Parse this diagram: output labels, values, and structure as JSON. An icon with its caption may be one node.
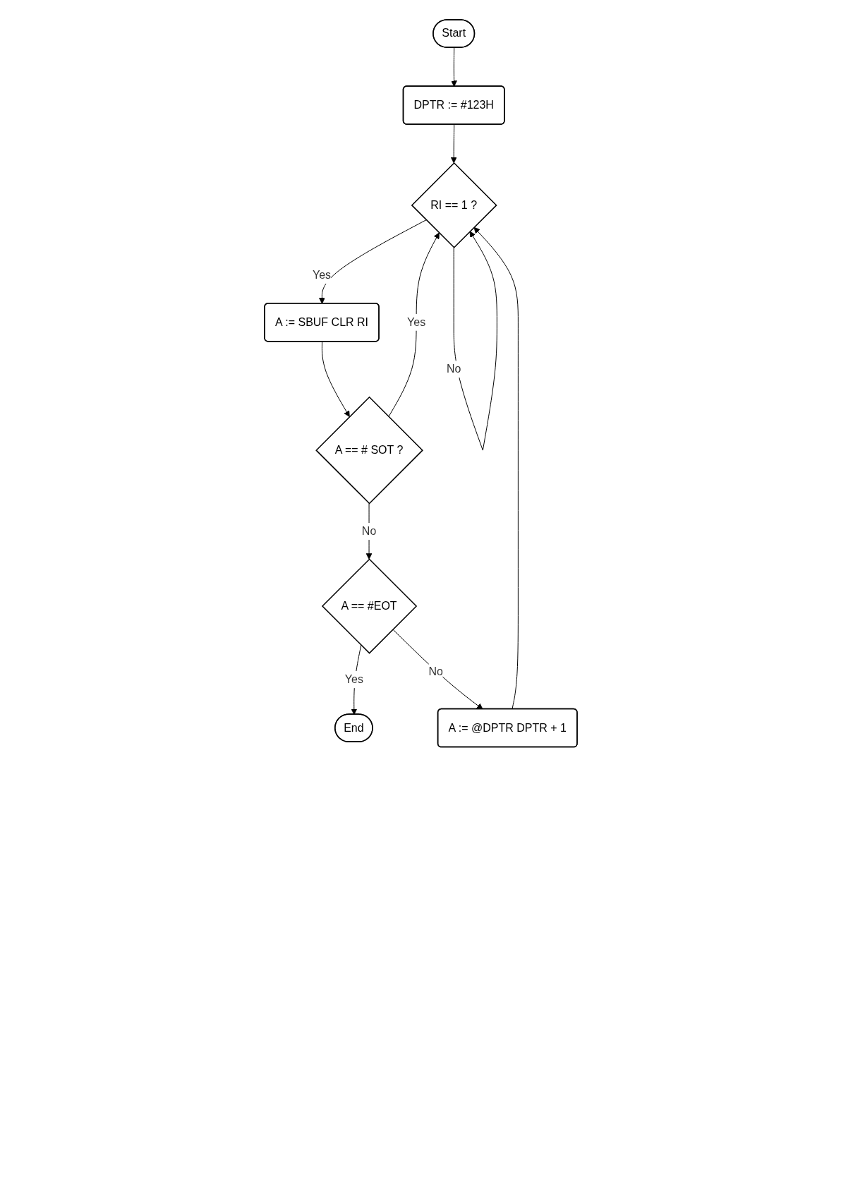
{
  "diagram": {
    "nodes": [
      {
        "text": [
          "Start"
        ]
      },
      {
        "text": [
          "DPTR := #123H"
        ]
      },
      {
        "text": [
          "RI == 1 ?"
        ]
      },
      {
        "text": [
          "A := SBUF CLR RI"
        ]
      },
      {
        "text": [
          "A == # SOT ?"
        ]
      },
      {
        "text": [
          "A == #EOT"
        ]
      },
      {
        "text": [
          "A := @DPTR DPTR + 1"
        ]
      },
      {
        "text": [
          "End"
        ]
      }
    ],
    "edges": [
      {
        "from": 0,
        "to": 1,
        "arrow": "to"
      },
      {
        "from": 1,
        "to": 2,
        "arrow": "to"
      },
      {
        "from": 2,
        "to": 2,
        "arrow": "to",
        "label": "No"
      },
      {
        "from": 2,
        "to": 3,
        "arrow": "to",
        "label": "Yes"
      },
      {
        "from": 3,
        "to": 4,
        "arrow": "to"
      },
      {
        "from": 4,
        "to": 2,
        "arrow": "to",
        "label": "Yes"
      },
      {
        "from": 4,
        "to": 5,
        "arrow": "to",
        "label": "No"
      },
      {
        "from": 5,
        "to": 7,
        "arrow": "to",
        "label": "Yes"
      },
      {
        "from": 5,
        "to": 6,
        "arrow": "to",
        "label": "No"
      },
      {
        "from": 6,
        "to": 2,
        "arrow": "to"
      }
    ]
  }
}
